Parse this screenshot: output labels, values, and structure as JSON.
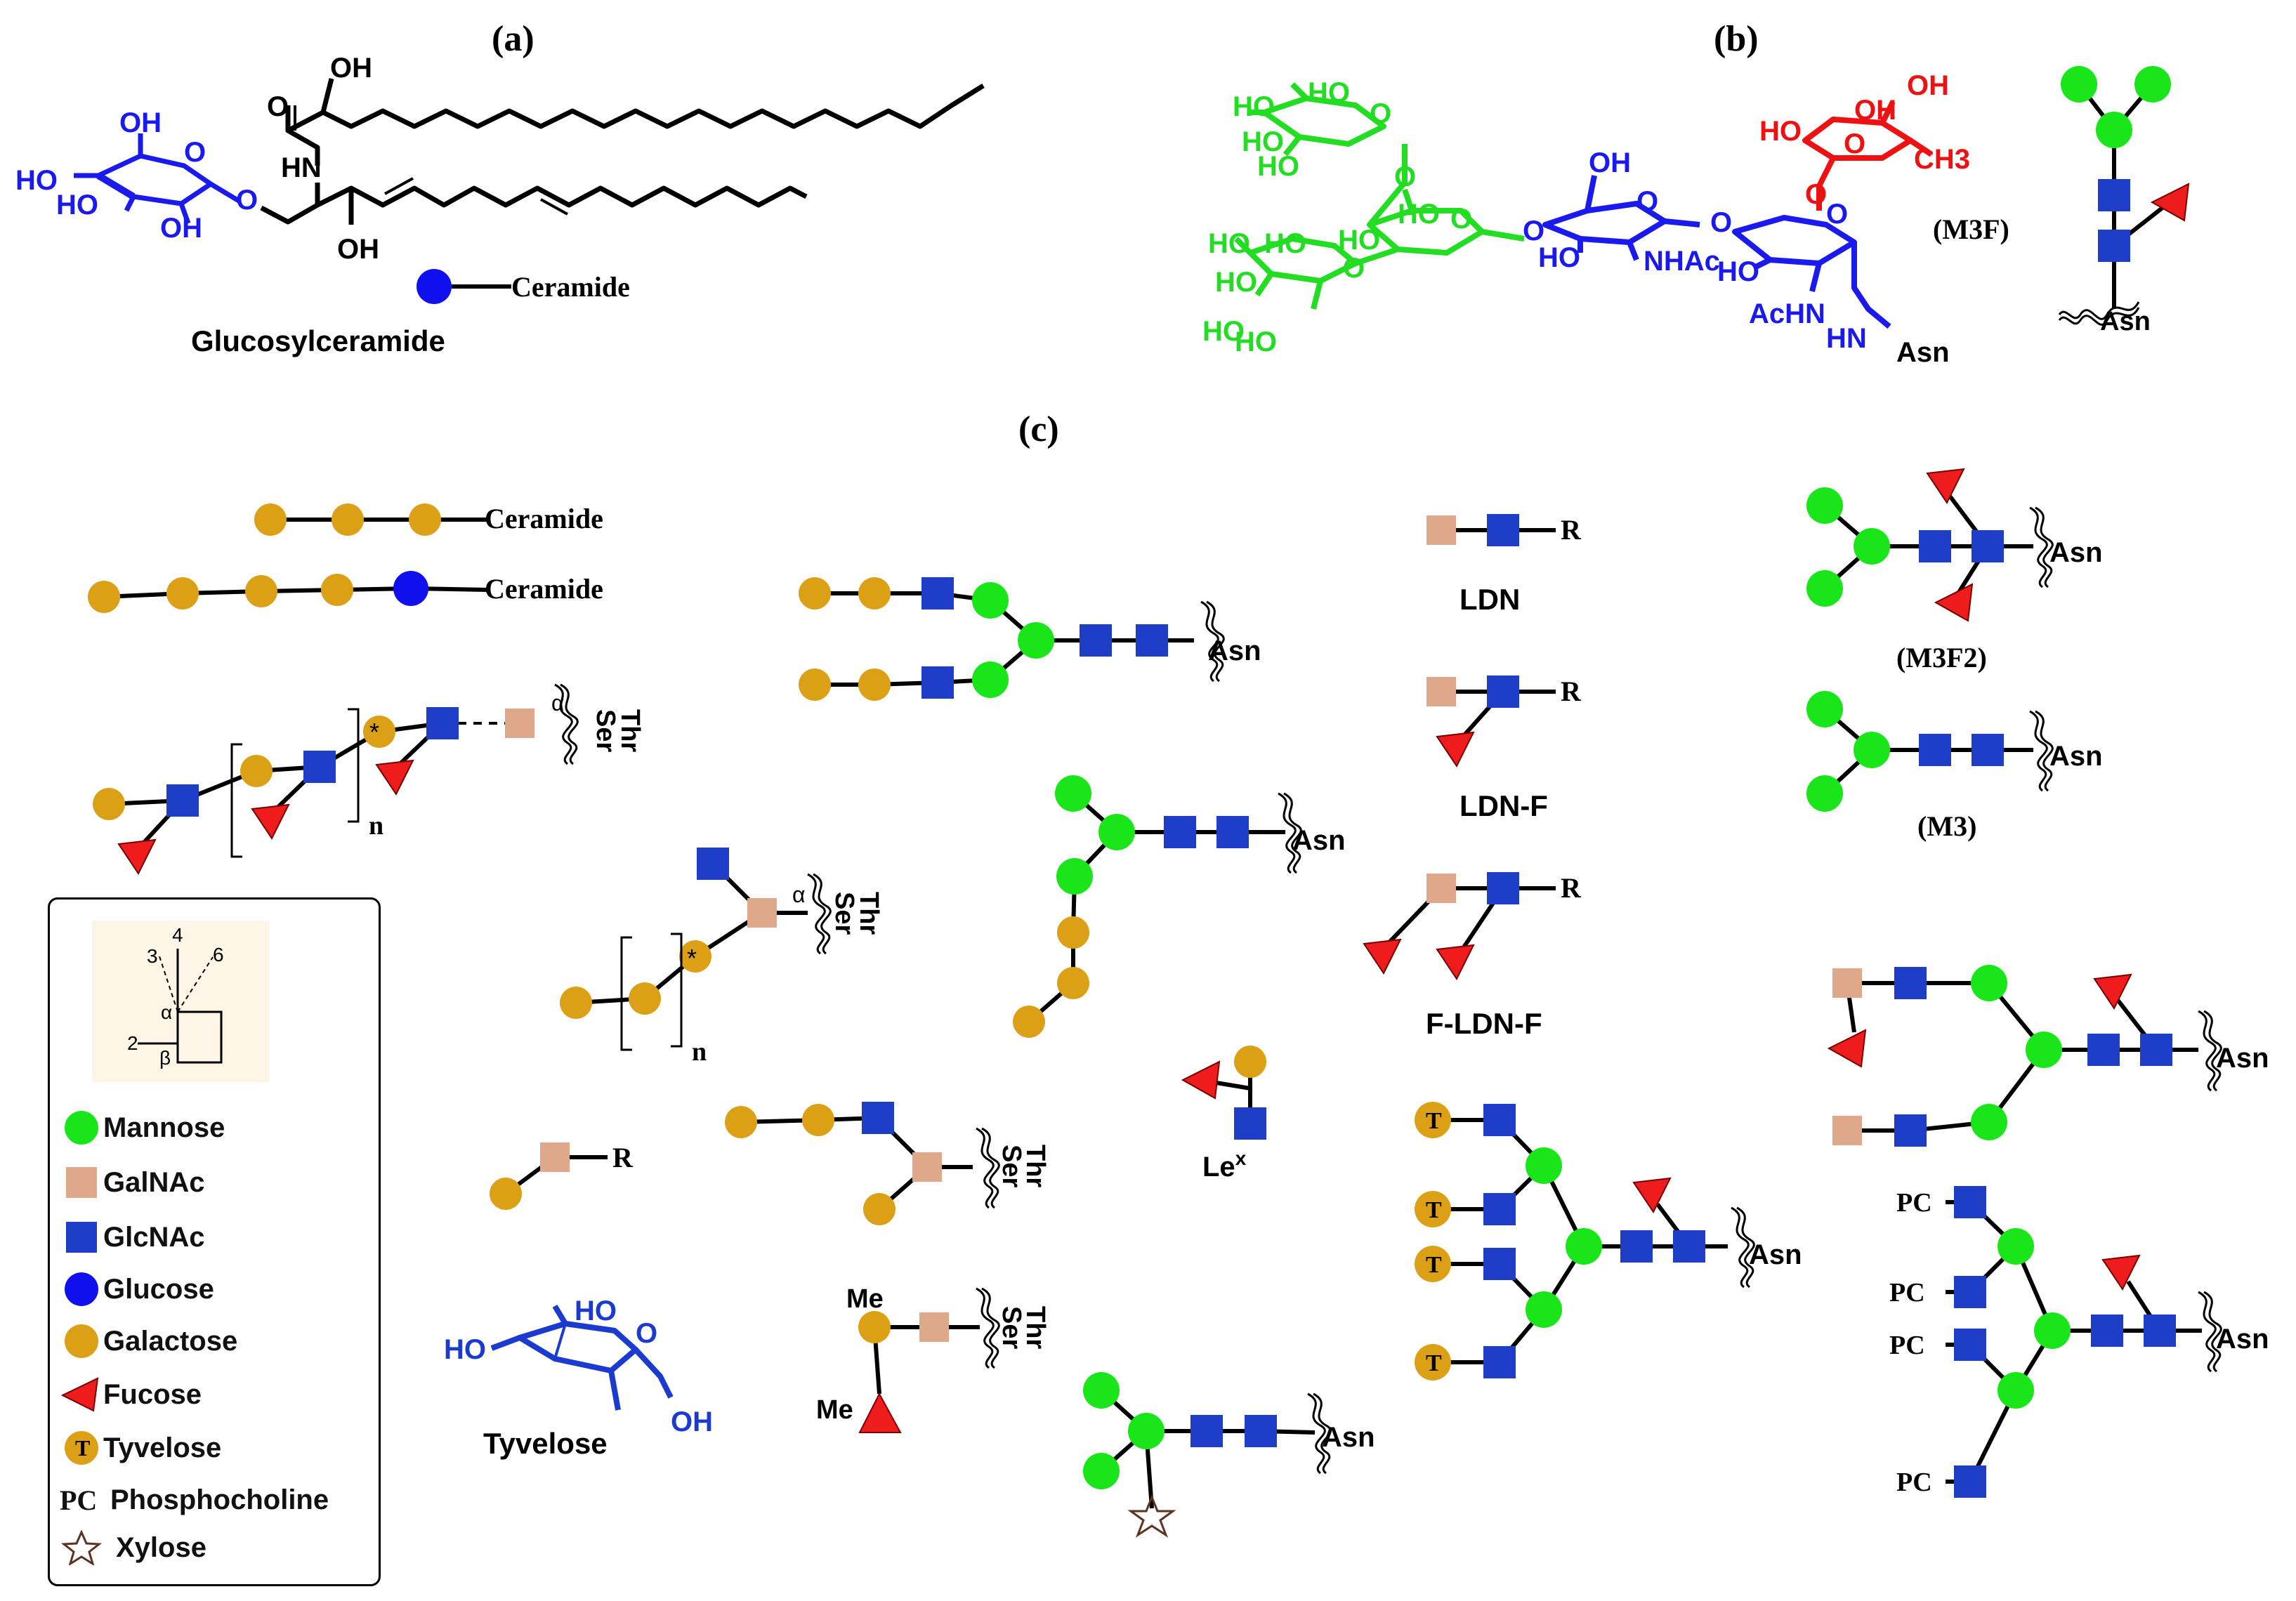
{
  "panels": {
    "a": "(a)",
    "b": "(b)",
    "c": "(c)"
  },
  "panel_a": {
    "oh": "OH",
    "ho": "HO",
    "hn": "HN",
    "o": "O",
    "glucosylceramide": "Glucosylceramide",
    "ceramide": "Ceramide"
  },
  "panel_b": {
    "ho": "HO",
    "oh": "OH",
    "ch3": "CH3",
    "nhac": "NHAc",
    "achn": "AcHN",
    "hn_asn": "HN",
    "asn": "Asn",
    "m3f": "(M3F)"
  },
  "panel_c": {
    "ceramide": "Ceramide",
    "asn": "Asn",
    "ser": "Ser",
    "thr": "Thr",
    "alpha": "α",
    "n": "n",
    "star": "*",
    "r": "R",
    "ldn": "LDN",
    "ldn_f": "LDN-F",
    "f_ldn_f": "F-LDN-F",
    "m3f2": "(M3F2)",
    "m3": "(M3)",
    "lex": "Le",
    "lex_sup": "x",
    "me": "Me",
    "pc": "PC",
    "t": "T",
    "tyvelose": "Tyvelose",
    "ho": "HO",
    "oh": "OH",
    "o": "O"
  },
  "legend": {
    "linkage": {
      "p3": "3",
      "p4": "4",
      "p6": "6",
      "p2": "2",
      "alpha": "α",
      "beta": "β"
    },
    "items": [
      {
        "symbol": "green-circle",
        "label": "Mannose"
      },
      {
        "symbol": "tan-square",
        "label": "GalNAc"
      },
      {
        "symbol": "blue-square",
        "label": "GlcNAc"
      },
      {
        "symbol": "blue-circle",
        "label": "Glucose"
      },
      {
        "symbol": "yellow-circle",
        "label": "Galactose"
      },
      {
        "symbol": "red-triangle",
        "label": "Fucose"
      },
      {
        "symbol": "tyvelose-circle",
        "label": "Tyvelose",
        "glyph": "T"
      },
      {
        "symbol": "pc-text",
        "label": "Phosphocholine",
        "glyph": "PC"
      },
      {
        "symbol": "star-outline",
        "label": "Xylose"
      }
    ]
  },
  "colors": {
    "mannose": "#19e619",
    "galnac": "#e0a88a",
    "glcnac": "#1e3ec8",
    "glucose": "#1010ee",
    "galactose": "#dba016",
    "fucose": "#ee1c1c",
    "green_struct": "#22dd22",
    "blue_struct": "#1a1aee",
    "red_struct": "#ee1111",
    "tyvelose_struct": "#1a3ad0",
    "xylose": "#5a3322",
    "legend_inset_bg": "#fdf6e6"
  }
}
